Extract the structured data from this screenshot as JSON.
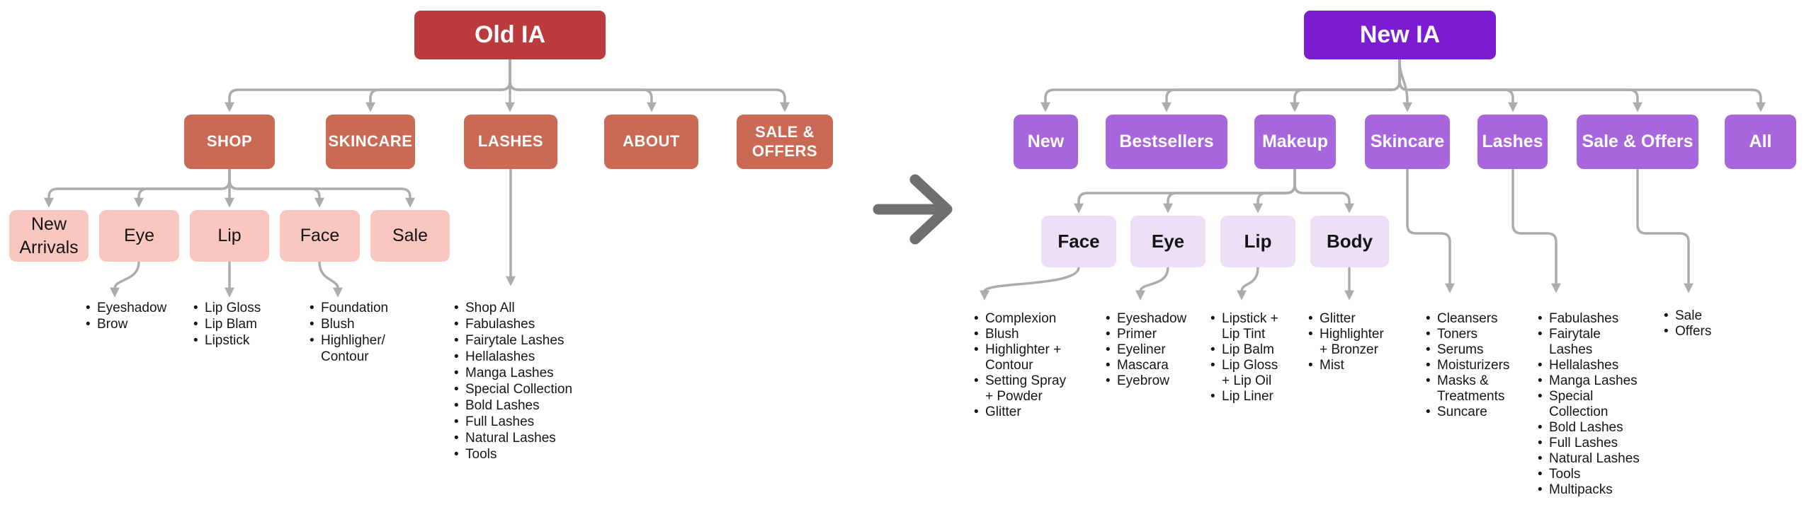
{
  "old_ia": {
    "title": "Old IA",
    "nav": [
      {
        "label": "SHOP"
      },
      {
        "label": "SKINCARE"
      },
      {
        "label": "LASHES"
      },
      {
        "label": "ABOUT"
      },
      {
        "label": "SALE & OFFERS"
      }
    ],
    "shop_children": [
      {
        "label": "New Arrivals"
      },
      {
        "label": "Eye",
        "items": [
          "Eyeshadow",
          "Brow"
        ]
      },
      {
        "label": "Lip",
        "items": [
          "Lip Gloss",
          "Lip Blam",
          "Lipstick"
        ]
      },
      {
        "label": "Face",
        "items": [
          "Foundation",
          "Blush",
          "Highligher/\nContour"
        ]
      },
      {
        "label": "Sale"
      }
    ],
    "lashes_items": [
      "Shop All",
      "Fabulashes",
      "Fairytale Lashes",
      "Hellalashes",
      "Manga Lashes",
      "Special Collection",
      "Bold Lashes",
      "Full Lashes",
      "Natural Lashes",
      "Tools"
    ]
  },
  "new_ia": {
    "title": "New IA",
    "nav": [
      {
        "label": "New"
      },
      {
        "label": "Bestsellers"
      },
      {
        "label": "Makeup"
      },
      {
        "label": "Skincare"
      },
      {
        "label": "Lashes"
      },
      {
        "label": "Sale & Offers"
      },
      {
        "label": "All"
      }
    ],
    "makeup_children": [
      {
        "label": "Face",
        "items": [
          "Complexion",
          "Blush",
          "Highlighter +\nContour",
          "Setting Spray\n+ Powder",
          "Glitter"
        ]
      },
      {
        "label": "Eye",
        "items": [
          "Eyeshadow",
          "Primer",
          "Eyeliner",
          "Mascara",
          "Eyebrow"
        ]
      },
      {
        "label": "Lip",
        "items": [
          "Lipstick +\nLip Tint",
          "Lip Balm",
          "Lip Gloss\n+ Lip Oil",
          "Lip Liner"
        ]
      },
      {
        "label": "Body",
        "items": [
          "Glitter",
          "Highlighter\n+ Bronzer",
          "Mist"
        ]
      }
    ],
    "skincare_items": [
      "Cleansers",
      "Toners",
      "Serums",
      "Moisturizers",
      "Masks &\nTreatments",
      "Suncare"
    ],
    "lashes_items": [
      "Fabulashes",
      "Fairytale\nLashes",
      "Hellalashes",
      "Manga Lashes",
      "Special\nCollection",
      "Bold Lashes",
      "Full Lashes",
      "Natural Lashes",
      "Tools",
      "Multipacks"
    ],
    "sale_offers_items": [
      "Sale",
      "Offers"
    ]
  },
  "colors": {
    "old_primary": "#BB3A3C",
    "old_secondary": "#CB6A54",
    "old_tertiary": "#FAC7C0",
    "new_primary": "#7B1CD1",
    "new_secondary": "#A766DC",
    "new_tertiary": "#ECDFF6",
    "connector": "#ACACAC",
    "transform_arrow": "#6F6F6F"
  }
}
